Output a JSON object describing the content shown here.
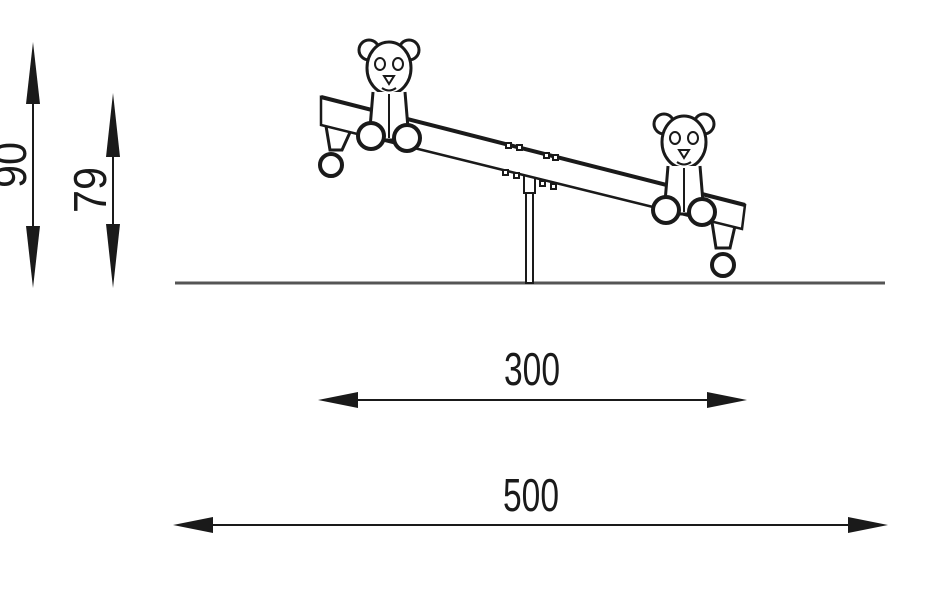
{
  "dimensions": {
    "total_height": "90",
    "seat_height": "79",
    "beam_length": "300",
    "total_length": "500"
  },
  "colors": {
    "ink": "#1a1a1a",
    "background": "#ffffff"
  }
}
